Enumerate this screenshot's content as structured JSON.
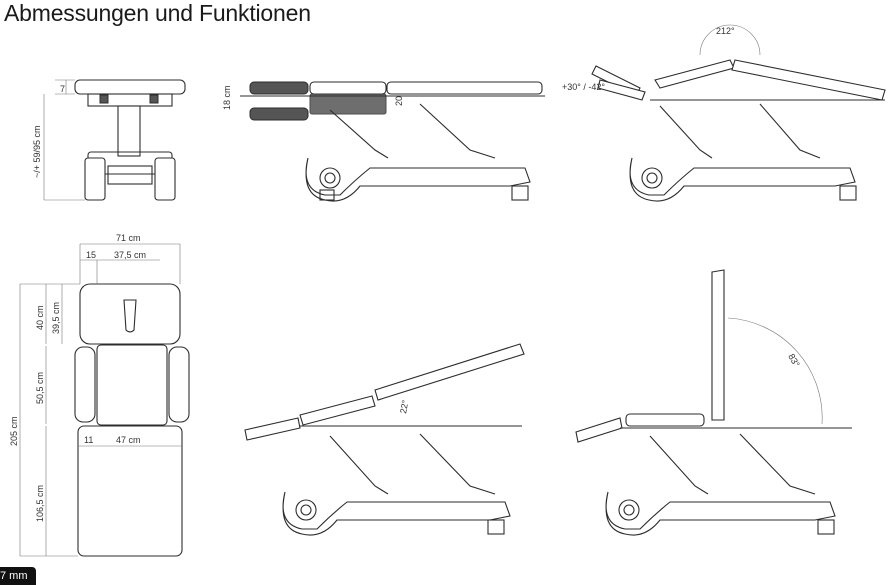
{
  "title": "Abmessungen und Funktionen",
  "dimensions": {
    "height_range": "~/+ 59/95 cm",
    "top_thickness": "7",
    "cushion_height": "18 cm",
    "step_height": "20",
    "headrest_rotation": "212°",
    "headrest_tilt": "+30° / -42°",
    "width_total": "71 cm",
    "armrest_width": "15",
    "head_width": "37,5 cm",
    "head_length_outer": "40 cm",
    "head_length_inner": "39,5 cm",
    "middle_length": "50,5 cm",
    "total_length": "205 cm",
    "leg_offset": "11",
    "leg_width": "47 cm",
    "leg_length": "106,5 cm",
    "back_angle": "22°",
    "seat_angle": "83°"
  },
  "badge": "7 mm"
}
